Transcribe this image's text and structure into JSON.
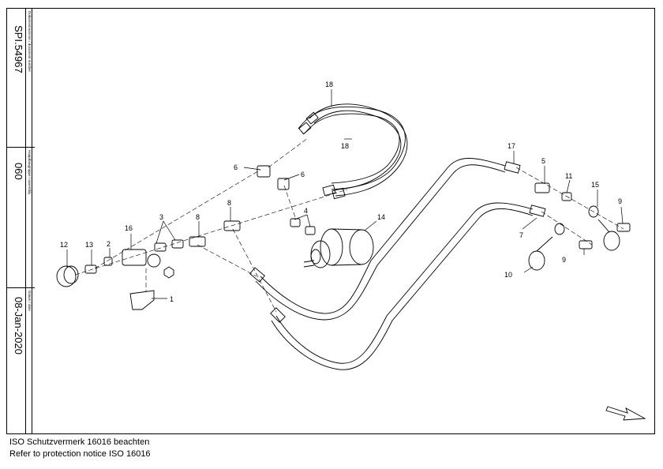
{
  "titleblock": {
    "document_label": "Dokumentnummer / document number",
    "document_value": "SPI.54967",
    "assembly_label": "Hauptbaugruppe / assembly",
    "assembly_value": "060",
    "date_label": "Datum / date",
    "date_value": "08-Jan-2020"
  },
  "notice": {
    "line1": "ISO Schutzvermerk 16016 beachten",
    "line2": "Refer to protection notice ISO 16016"
  },
  "callouts": {
    "c1": "1",
    "c2": "2",
    "c3": "3",
    "c4": "4",
    "c5": "5",
    "c6a": "6",
    "c6b": "6",
    "c7": "7",
    "c8a": "8",
    "c8b": "8",
    "c9a": "9",
    "c9b": "9",
    "c10": "10",
    "c11": "11",
    "c12": "12",
    "c13": "13",
    "c14": "14",
    "c15": "15",
    "c16": "16",
    "c17": "17",
    "c18a": "18",
    "c18b": "18"
  },
  "icons": {
    "direction": "direction-arrow-icon"
  }
}
